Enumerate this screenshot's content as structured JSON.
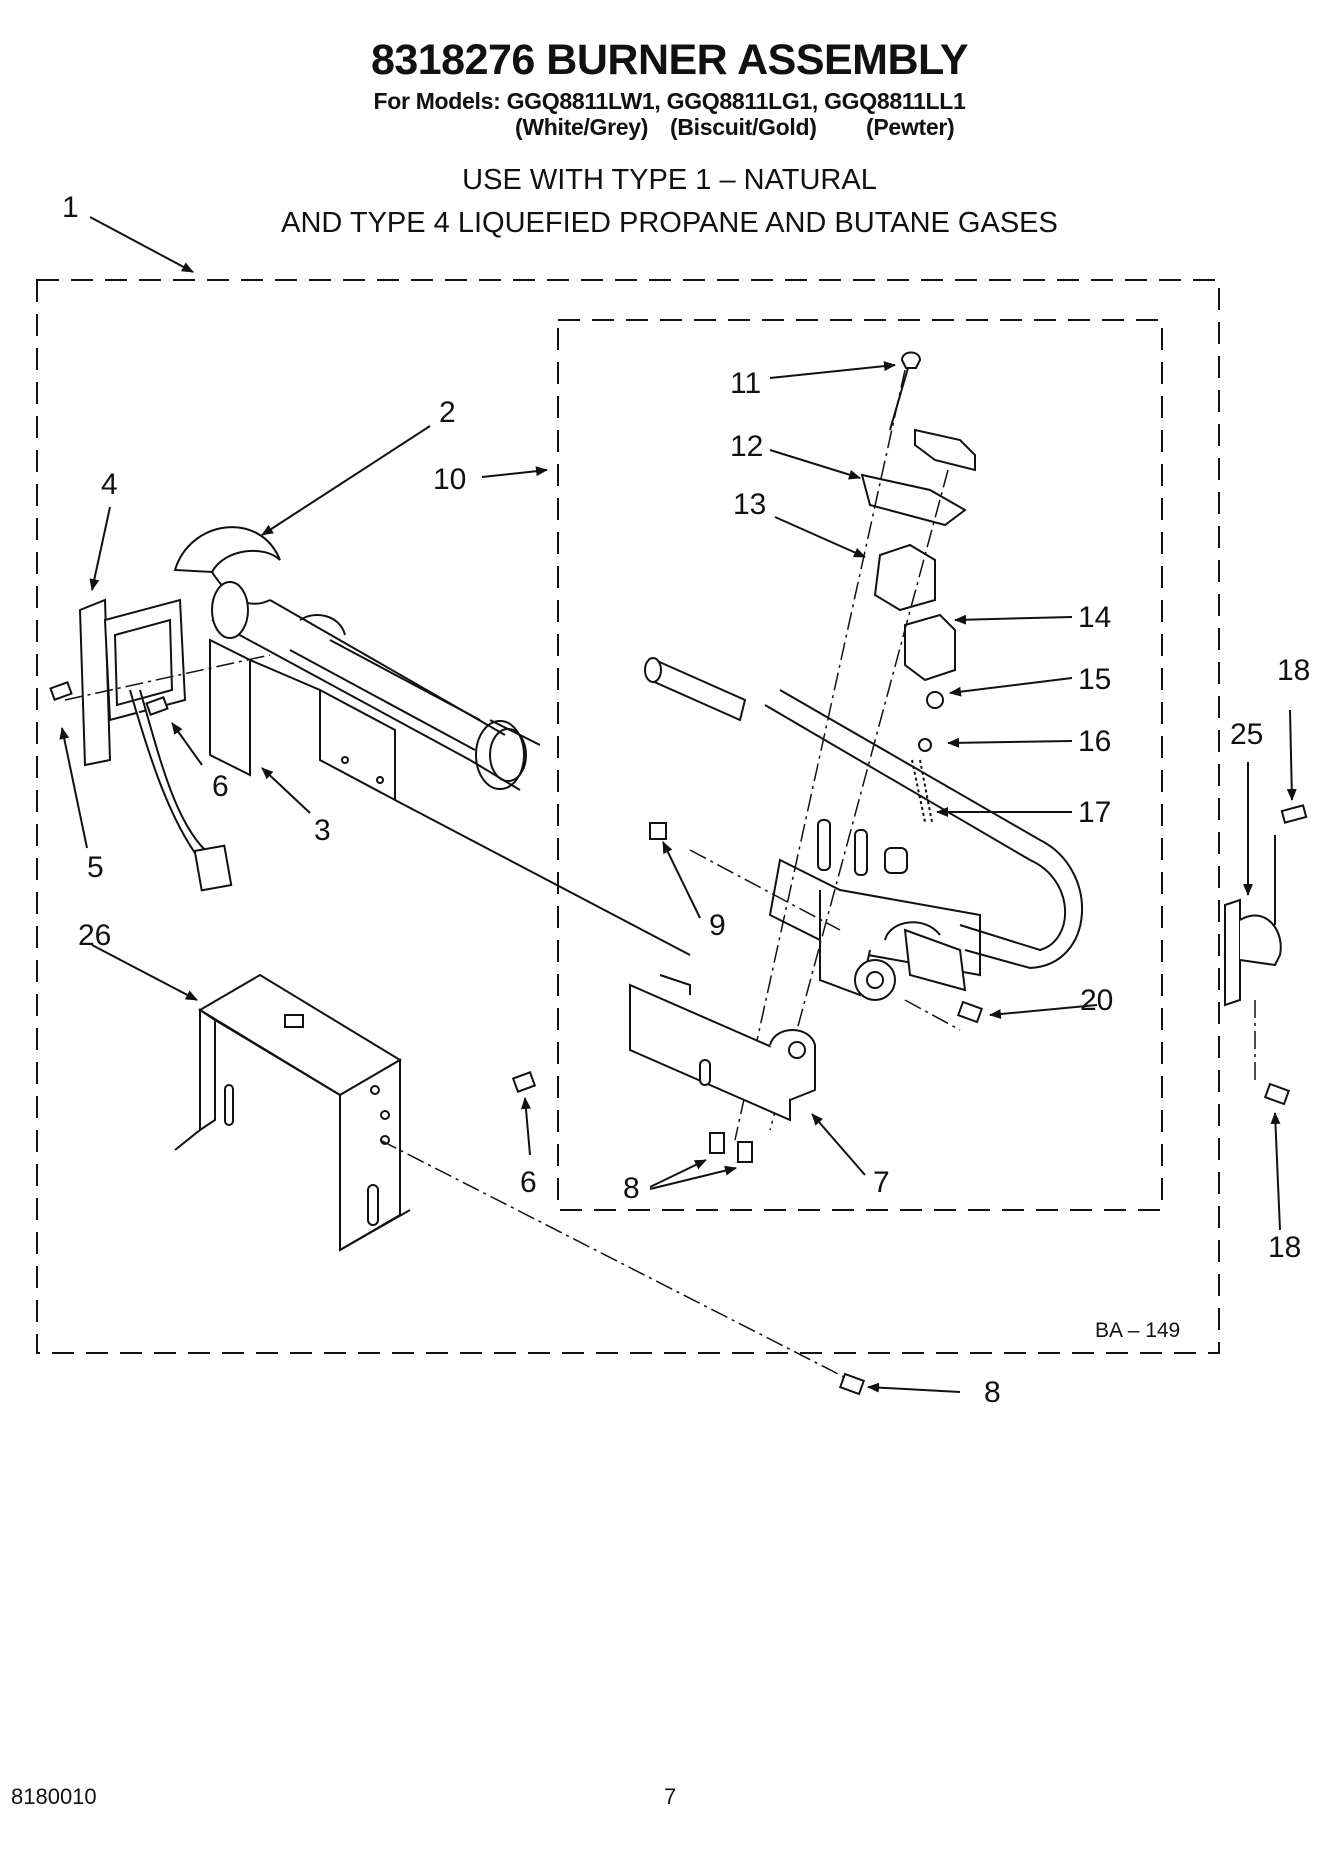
{
  "header": {
    "title": "8318276 BURNER ASSEMBLY",
    "models_line": "For Models: GGQ8811LW1, GGQ8811LG1, GGQ8811LL1",
    "colors": [
      "(White/Grey)",
      "(Biscuit/Gold)",
      "(Pewter)"
    ],
    "usage_line_1": "USE WITH TYPE 1  –   NATURAL",
    "usage_line_2": "AND TYPE 4    LIQUEFIED PROPANE AND BUTANE GASES"
  },
  "diagram": {
    "figure_code": "BA – 149",
    "callouts": {
      "c1": "1",
      "c2": "2",
      "c3": "3",
      "c4": "4",
      "c5": "5",
      "c6a": "6",
      "c6b": "6",
      "c7": "7",
      "c8a": "8",
      "c8b": "8",
      "c9": "9",
      "c10": "10",
      "c11": "11",
      "c12": "12",
      "c13": "13",
      "c14": "14",
      "c15": "15",
      "c16": "16",
      "c17": "17",
      "c18a": "18",
      "c18b": "18",
      "c20": "20",
      "c25": "25",
      "c26": "26"
    }
  },
  "footer": {
    "doc_number": "8180010",
    "page_number": "7"
  }
}
